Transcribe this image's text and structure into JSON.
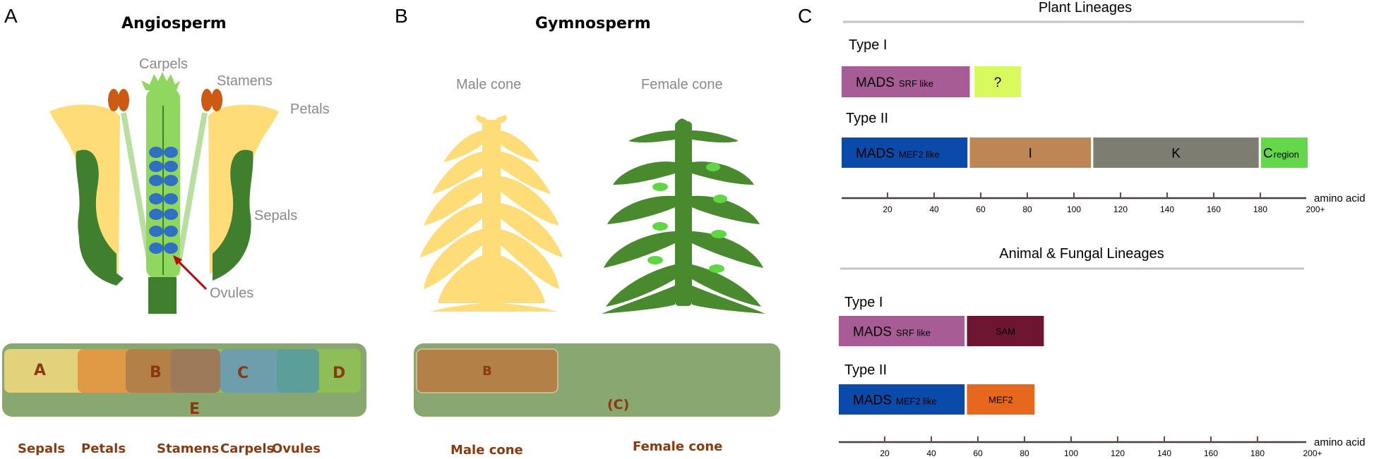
{
  "panel_a": {
    "letter": "A",
    "title": "Angiosperm",
    "organ_labels": {
      "carpels": "Carpels",
      "stamens": "Stamens",
      "petals": "Petals",
      "sepals": "Sepals",
      "ovules": "Ovules"
    },
    "abc_boxes": [
      "A",
      "B",
      "C",
      "D",
      "E"
    ],
    "whorl_labels": [
      "Sepals",
      "Petals",
      "Stamens",
      "Carpels",
      "Ovules"
    ]
  },
  "panel_b": {
    "letter": "B",
    "title": "Gymnosperm",
    "cone_labels": {
      "male": "Male cone",
      "female": "Female cone"
    },
    "abc_boxes": {
      "b": "B",
      "c": "(C)"
    },
    "bottom_labels": [
      "Male cone",
      "Female cone"
    ]
  },
  "panel_c": {
    "letter": "C",
    "plant": {
      "title": "Plant Lineages",
      "type1": {
        "label": "Type I",
        "domains": [
          {
            "main": "MADS",
            "sub": "SRF like",
            "start": 0,
            "end": 55,
            "color": "#a85c95"
          },
          {
            "main": "?",
            "sub": "",
            "start": 57,
            "end": 77,
            "color": "#d9fa5e"
          }
        ]
      },
      "type2": {
        "label": "Type II",
        "domains": [
          {
            "main": "MADS",
            "sub": "MEF2 like",
            "start": 0,
            "end": 54,
            "color": "#0a4aa8"
          },
          {
            "main": "I",
            "sub": "",
            "start": 55,
            "end": 107,
            "color": "#bd8654"
          },
          {
            "main": "K",
            "sub": "",
            "start": 108,
            "end": 179,
            "color": "#7d7d72"
          },
          {
            "main": "C",
            "sub": "region",
            "start": 180,
            "end": 200,
            "color": "#62d84a"
          }
        ]
      },
      "axis": {
        "ticks": [
          "20",
          "40",
          "60",
          "80",
          "100",
          "120",
          "140",
          "160",
          "180",
          "200+"
        ],
        "unit": "amino acid"
      }
    },
    "animal": {
      "title": "Animal & Fungal Lineages",
      "type1": {
        "label": "Type I",
        "domains": [
          {
            "main": "MADS",
            "sub": "SRF like",
            "start": 0,
            "end": 54,
            "color": "#a85c95"
          },
          {
            "main": "SAM",
            "sub": "",
            "start": 55,
            "end": 88,
            "color": "#6e1631"
          }
        ]
      },
      "type2": {
        "label": "Type II",
        "domains": [
          {
            "main": "MADS",
            "sub": "MEF2 like",
            "start": 0,
            "end": 54,
            "color": "#0a4aa8"
          },
          {
            "main": "MEF2",
            "sub": "",
            "start": 55,
            "end": 84,
            "color": "#e5681c"
          }
        ]
      },
      "axis": {
        "ticks": [
          "20",
          "40",
          "60",
          "80",
          "100",
          "120",
          "140",
          "160",
          "180",
          "200+"
        ],
        "unit": "amino acid"
      }
    }
  }
}
